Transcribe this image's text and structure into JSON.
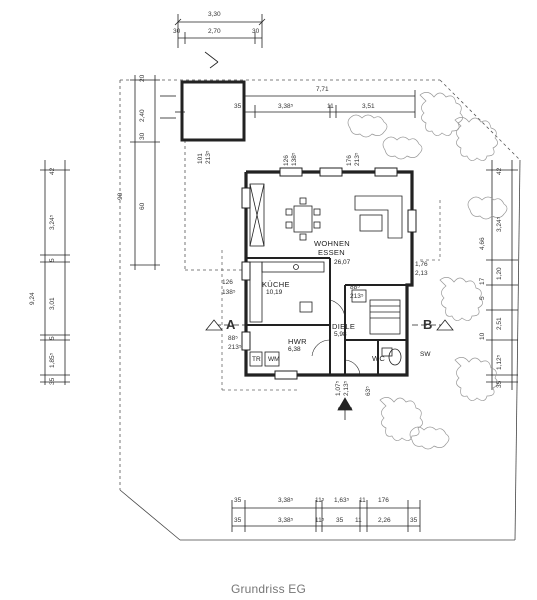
{
  "caption": "Grundriss EG",
  "rooms": {
    "wohnen": {
      "name1": "WOHNEN",
      "name2": "ESSEN",
      "area": "26,07"
    },
    "kueche": {
      "name": "KÜCHE",
      "area": "10,19"
    },
    "hwr": {
      "name": "HWR",
      "area": "6,38"
    },
    "diele": {
      "name": "DIELE",
      "area": "5,98"
    },
    "wc": {
      "name": "WC"
    },
    "sw": "SW",
    "wm": "WM",
    "tr": "TR"
  },
  "section_marks": {
    "a": "A",
    "b": "B"
  },
  "dims": {
    "top_overall": "3,30",
    "top_30a": "30",
    "top_270": "2,70",
    "top_30b": "30",
    "upper_771": "7,71",
    "upper_35": "35",
    "upper_338": "3,38⁵",
    "upper_11": "11",
    "upper_351": "3,51",
    "win_126": "126",
    "win_138": "138⁵",
    "win_176": "176",
    "win_2135": "213⁵",
    "garage_101": "101",
    "garage_2135": "213⁵",
    "kue_126": "126",
    "kue_1385": "138⁵",
    "r_176": "1,76",
    "r_213": "2,13",
    "hwr_885": "88⁵",
    "hwr_2135": "213⁵",
    "d_885": "88⁵",
    "d_2135": "213⁵",
    "b1_35": "35",
    "b1_3385": "3,38⁵",
    "b1_11a": "11⁵",
    "b1_1635": "1,63⁵",
    "b1_11b": "11",
    "b1_176": "176",
    "b2_35a": "35",
    "b2_3385": "3,38⁵",
    "b2_11a": "11⁵",
    "b2_35b": "35",
    "b2_11b": "11",
    "b2_226": "2,26",
    "b2_35c": "35",
    "l_924": "9,24",
    "l_324": "3,24⁵",
    "l_301": "3,01",
    "l_185": "1,85⁵",
    "l_42": "42",
    "l_5a": "5",
    "l_5b": "5",
    "l_35": "35",
    "m_90": "90",
    "m_60": "60",
    "m_240": "2,40",
    "m_30": "30",
    "m_20": "20",
    "r_466": "4,66",
    "r_324": "3,24⁵",
    "r_251": "2,51",
    "r_120": "1,20",
    "r_1125": "1,12⁵",
    "r_42": "42",
    "r_5": "5",
    "r_17": "17",
    "r_10": "10",
    "r_35": "35",
    "e_1075": "1,07⁵",
    "e_2135": "2,13⁵",
    "e_635": "63⁵"
  }
}
